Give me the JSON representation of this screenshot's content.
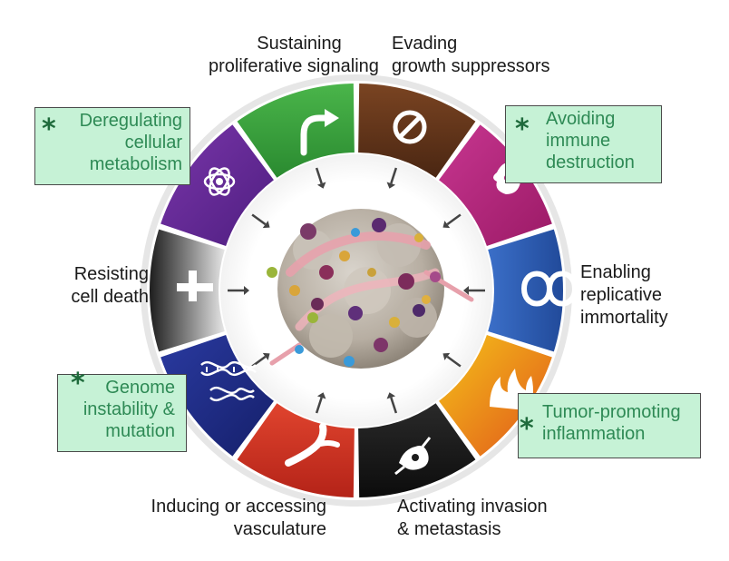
{
  "hallmarks": {
    "sustaining": [
      "Sustaining",
      "proliferative signaling"
    ],
    "evading": [
      "Evading",
      "growth suppressors"
    ],
    "avoiding_immune": [
      "Avoiding",
      "immune",
      "destruction"
    ],
    "replicative": [
      "Enabling",
      "replicative",
      "immortality"
    ],
    "inflammation": [
      "Tumor-promoting",
      "inflammation"
    ],
    "invasion": [
      "Activating invasion",
      "& metastasis"
    ],
    "vasculature": [
      "Inducing or accessing",
      "vasculature"
    ],
    "genome": [
      "Genome",
      "instability &",
      "mutation"
    ],
    "cell_death": [
      "Resisting",
      "cell death"
    ],
    "metabolism": [
      "Deregulating",
      "cellular",
      "metabolism"
    ]
  },
  "emerging_marker": "*",
  "segment_colors": {
    "sustaining": "#3aa53a",
    "evading": "#6b3a1c",
    "avoiding_immune": "#b4247a",
    "replicative": "#2d5fb8",
    "inflammation": "#e8841a",
    "invasion": "#1c1c1c",
    "vasculature": "#d23424",
    "genome": "#1f2d8c",
    "cell_death": "#8a8a8a",
    "metabolism": "#6a2c98"
  },
  "icons": {
    "sustaining": "arrow-up-right-icon",
    "evading": "prohibited-sign-icon",
    "avoiding_immune": "immune-cell-icon",
    "replicative": "infinity-icon",
    "inflammation": "flame-icon",
    "invasion": "migrating-cell-icon",
    "vasculature": "blood-vessel-icon",
    "genome": "dna-helix-icon",
    "cell_death": "cross-icon",
    "metabolism": "atom-icon"
  },
  "center": "tumor-illustration"
}
